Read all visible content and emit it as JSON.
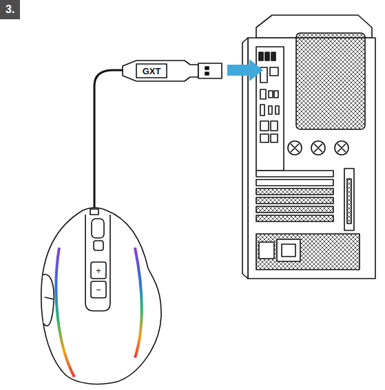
{
  "diagram": {
    "nodes": [
      {
        "text": [
          "3."
        ]
      }
    ],
    "labels": [
      "GXT",
      "+",
      "−"
    ]
  }
}
